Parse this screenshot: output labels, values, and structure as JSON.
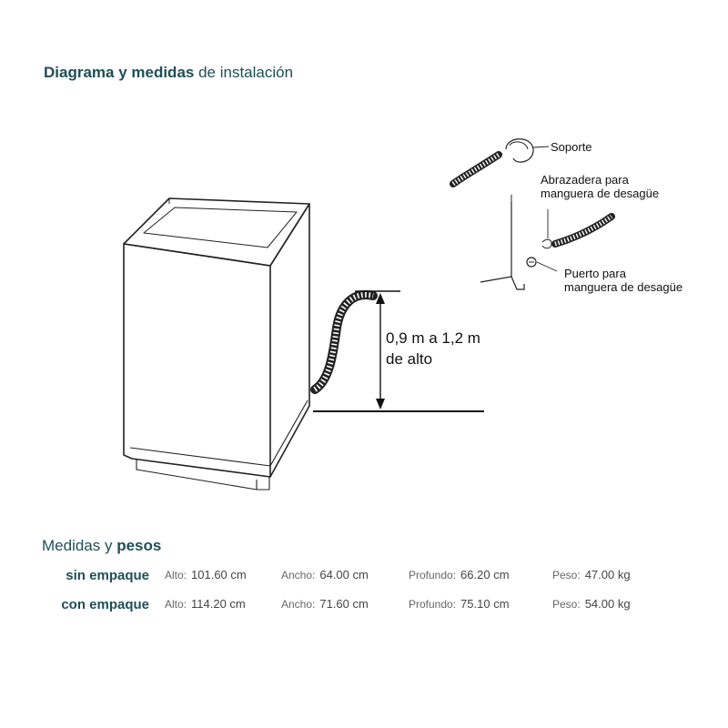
{
  "title": {
    "bold": "Diagrama y medidas",
    "normal": "de instalación"
  },
  "diagram": {
    "height_label_line1": "0,9 m a 1,2 m",
    "height_label_line2": "de alto",
    "callout_soporte": "Soporte",
    "callout_abrazadera_line1": "Abrazadera para",
    "callout_abrazadera_line2": "manguera de desagüe",
    "callout_puerto_line1": "Puerto para",
    "callout_puerto_line2": "manguera de desagüe"
  },
  "specs": {
    "title_normal": "Medidas y",
    "title_bold": "pesos",
    "rows": [
      {
        "label": "sin empaque",
        "alto_key": "Alto:",
        "alto": "101.60 cm",
        "ancho_key": "Ancho:",
        "ancho": "64.00 cm",
        "profundo_key": "Profundo:",
        "profundo": "66.20 cm",
        "peso_key": "Peso:",
        "peso": "47.00 kg"
      },
      {
        "label": "con empaque",
        "alto_key": "Alto:",
        "alto": "114.20 cm",
        "ancho_key": "Ancho:",
        "ancho": "71.60 cm",
        "profundo_key": "Profundo:",
        "profundo": "75.10 cm",
        "peso_key": "Peso:",
        "peso": "54.00 kg"
      }
    ]
  }
}
